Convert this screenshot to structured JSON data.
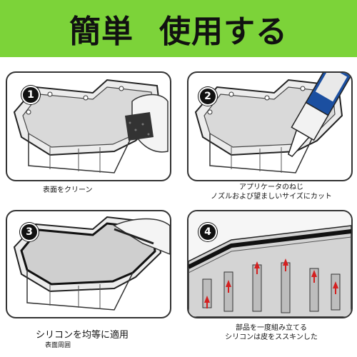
{
  "banner": {
    "title_left": "簡単",
    "title_right": "使用する"
  },
  "steps": [
    {
      "number": "1",
      "caption": "表面をクリーン"
    },
    {
      "number": "2",
      "caption_line1": "アプリケータのねじ",
      "caption_line2": "ノズルおよび望ましいサイズにカット"
    },
    {
      "number": "3",
      "caption_main": "シリコンを均等に適用",
      "caption_sub": "表面周囲"
    },
    {
      "number": "4",
      "caption_line1": "部品を一度組み立てる",
      "caption_line2": "シリコンは皮をススキンした"
    }
  ],
  "colors": {
    "banner": "#7cd339",
    "accent_arrow": "#d42020",
    "tube_label": "#1b4fa0"
  }
}
